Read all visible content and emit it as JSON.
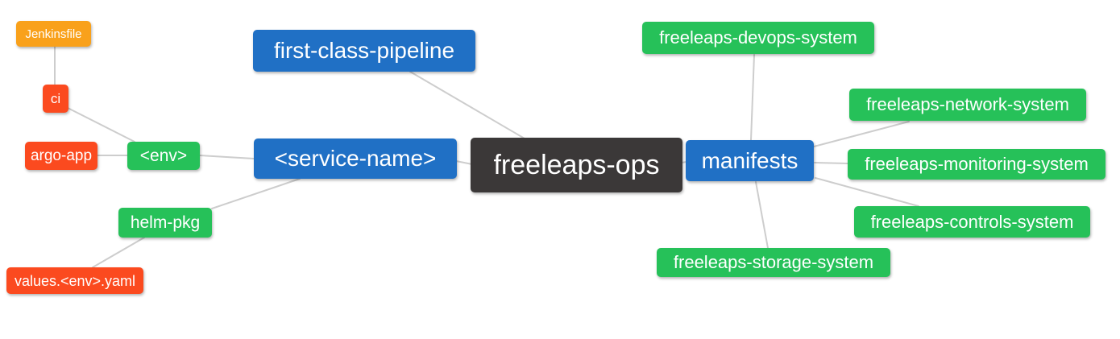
{
  "diagram": {
    "type": "mindmap",
    "background_color": "#ffffff",
    "connector_color": "#cdcdcd",
    "text_color": "#ffffff",
    "palette": {
      "blue": "#2070c5",
      "green": "#26c159",
      "orange": "#f9a11b",
      "red_orange": "#fb4a1f",
      "dark": "#3b3838"
    },
    "root": "freeleaps-ops",
    "nodes": [
      {
        "id": "jenkinsfile",
        "label": "Jenkinsfile",
        "color": "#f9a11b"
      },
      {
        "id": "ci",
        "label": "ci",
        "color": "#fb4a1f"
      },
      {
        "id": "argo-app",
        "label": "argo-app",
        "color": "#fb4a1f"
      },
      {
        "id": "env",
        "label": "<env>",
        "color": "#26c159"
      },
      {
        "id": "helm-pkg",
        "label": "helm-pkg",
        "color": "#26c159"
      },
      {
        "id": "values-env-yaml",
        "label": "values.<env>.yaml",
        "color": "#fb4a1f"
      },
      {
        "id": "first-class-pipeline",
        "label": "first-class-pipeline",
        "color": "#2070c5"
      },
      {
        "id": "service-name",
        "label": "<service-name>",
        "color": "#2070c5"
      },
      {
        "id": "freeleaps-ops",
        "label": "freeleaps-ops",
        "color": "#3b3838"
      },
      {
        "id": "manifests",
        "label": "manifests",
        "color": "#2070c5"
      },
      {
        "id": "freeleaps-devops-system",
        "label": "freeleaps-devops-system",
        "color": "#26c159"
      },
      {
        "id": "freeleaps-network-system",
        "label": "freeleaps-network-system",
        "color": "#26c159"
      },
      {
        "id": "freeleaps-monitoring-system",
        "label": "freeleaps-monitoring-system",
        "color": "#26c159"
      },
      {
        "id": "freeleaps-controls-system",
        "label": "freeleaps-controls-system",
        "color": "#26c159"
      },
      {
        "id": "freeleaps-storage-system",
        "label": "freeleaps-storage-system",
        "color": "#26c159"
      }
    ],
    "edges": [
      {
        "from": "jenkinsfile",
        "to": "ci"
      },
      {
        "from": "ci",
        "to": "env"
      },
      {
        "from": "argo-app",
        "to": "env"
      },
      {
        "from": "env",
        "to": "service-name"
      },
      {
        "from": "service-name",
        "to": "helm-pkg"
      },
      {
        "from": "helm-pkg",
        "to": "values-env-yaml"
      },
      {
        "from": "service-name",
        "to": "freeleaps-ops"
      },
      {
        "from": "first-class-pipeline",
        "to": "freeleaps-ops"
      },
      {
        "from": "freeleaps-ops",
        "to": "manifests"
      },
      {
        "from": "manifests",
        "to": "freeleaps-devops-system"
      },
      {
        "from": "manifests",
        "to": "freeleaps-network-system"
      },
      {
        "from": "manifests",
        "to": "freeleaps-monitoring-system"
      },
      {
        "from": "manifests",
        "to": "freeleaps-controls-system"
      },
      {
        "from": "manifests",
        "to": "freeleaps-storage-system"
      }
    ]
  }
}
